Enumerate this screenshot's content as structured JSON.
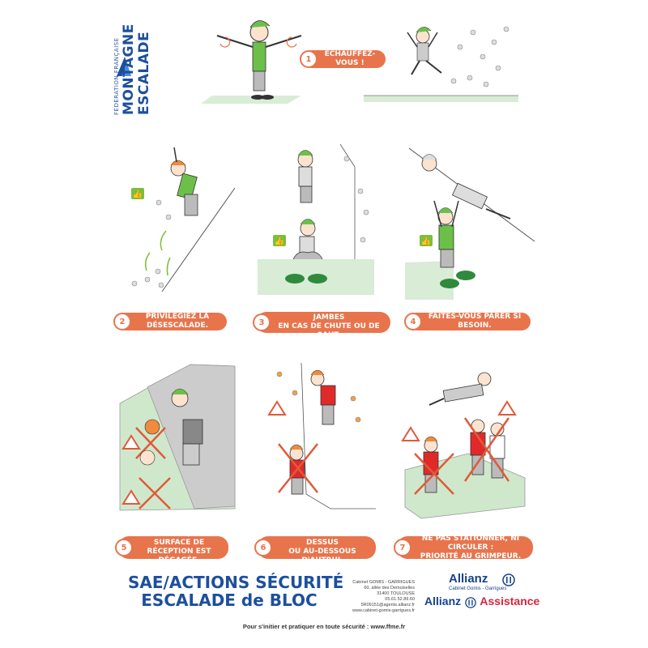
{
  "logo": {
    "federation": "FÉDÉRATION FRANÇAISE",
    "line1": "MONTAGNE",
    "line2": "ESCALADE"
  },
  "steps": [
    {
      "number": "1",
      "text": "ÉCHAUFFEZ-VOUS !"
    },
    {
      "number": "2",
      "text": "PRIVILÉGIEZ LA DÉSESCALADE."
    },
    {
      "number": "3",
      "text": "AMORTISSEZ AVEC LES JAMBES\nEN CAS DE CHUTE OU DE SAUT."
    },
    {
      "number": "4",
      "text": "FAITES-VOUS PARER SI BESOIN."
    },
    {
      "number": "5",
      "text": "VÉRIFIEZ QUE LA SURFACE DE\nRÉCEPTION EST DÉGAGÉE."
    },
    {
      "number": "6",
      "text": "NE GRIMPEZ PAS AU-DESSUS\nOU AU-DESSOUS D'AUTRUI."
    },
    {
      "number": "7",
      "text": "NE PAS STATIONNER, NI CIRCULER :\nPRIORITÉ AU GRIMPEUR."
    }
  ],
  "title": {
    "line1": "SAE/ACTIONS SÉCURITÉ",
    "line2": "ESCALADE de BLOC"
  },
  "agency": {
    "name": "Cabinet GOMIS - GARRIGUES",
    "street": "60, allée des Demoiselles",
    "city": "31400 TOULOUSE",
    "phone": "05.61.52.89.60",
    "email": "5R09151@agents.allianz.fr",
    "web": "www.cabinet-gomis-garrigues.fr"
  },
  "allianz": {
    "brand": "Allianz",
    "agency": "Cabinet Gomis - Garrigues",
    "assistance_1": "Allianz",
    "assistance_2": "Assistance"
  },
  "footer": "Pour s'initier et pratiquer en toute sécurité : www.ffme.fr",
  "colors": {
    "accent": "#e8744c",
    "brand_blue": "#1d4f9e",
    "floor_green": "#d8ecd6",
    "thumb_green": "#7bbf3a",
    "warning_red": "#e05a3a"
  }
}
